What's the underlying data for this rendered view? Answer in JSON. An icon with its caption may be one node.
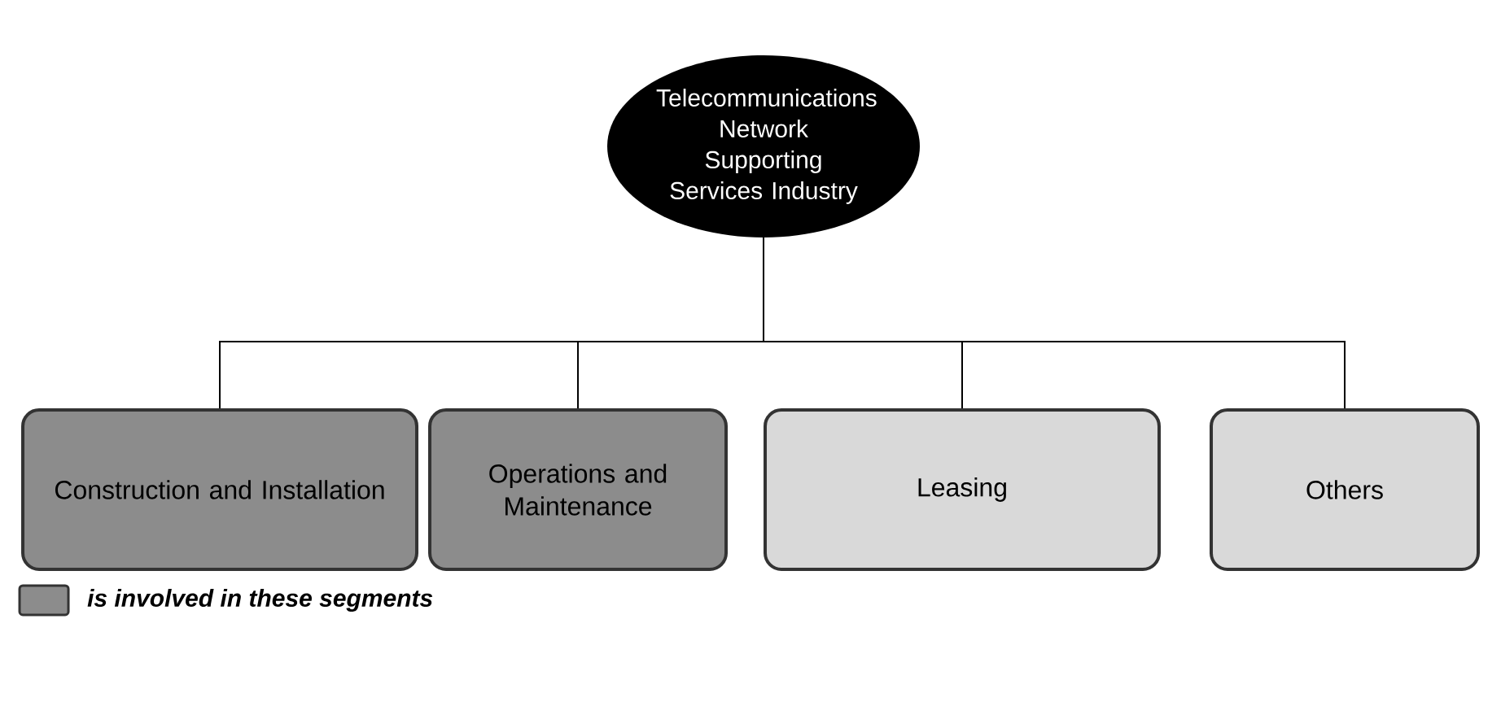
{
  "diagram": {
    "nodes": [
      {
        "text": [
          "Telecommunications Network Supporting Services Industry"
        ]
      },
      {
        "text": [
          "Construction and Installation"
        ]
      },
      {
        "text": [
          "Operations and Maintenance"
        ]
      },
      {
        "text": [
          "Leasing"
        ]
      },
      {
        "text": [
          "Others"
        ]
      }
    ],
    "edges": [
      {
        "from": 0,
        "to": 1,
        "arrow": "none"
      },
      {
        "from": 0,
        "to": 2,
        "arrow": "none"
      },
      {
        "from": 0,
        "to": 3,
        "arrow": "none"
      },
      {
        "from": 0,
        "to": 4,
        "arrow": "none"
      }
    ],
    "legend": [
      {
        "text": "is involved in these segments",
        "color": "#8c8c8c"
      }
    ]
  }
}
